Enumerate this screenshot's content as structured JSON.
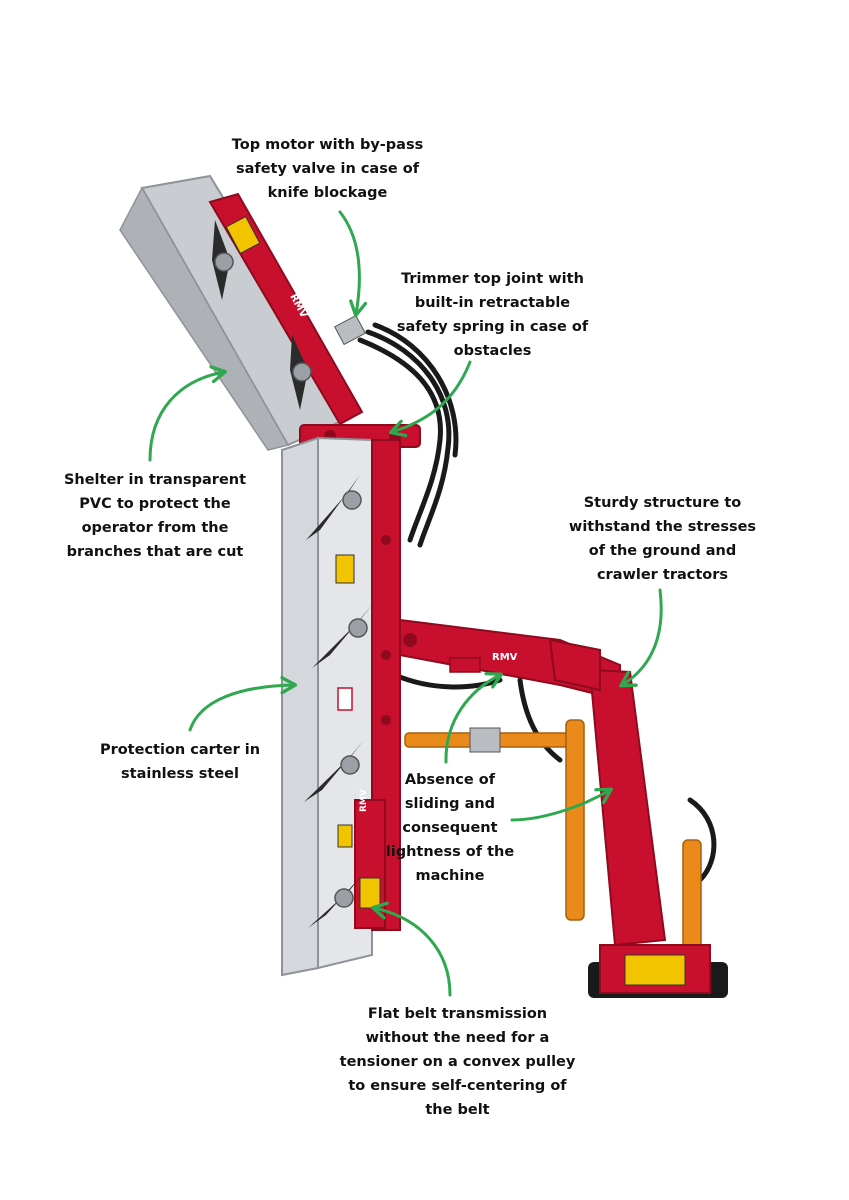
{
  "labels": {
    "top_motor": [
      "Top motor with by-pass",
      "safety valve in case of",
      "knife blockage"
    ],
    "top_joint": [
      "Trimmer top joint with",
      "built-in retractable",
      "safety spring in case of",
      "obstacles"
    ],
    "shelter": [
      "Shelter in transparent",
      "PVC to protect the",
      "operator from the",
      "branches that are cut"
    ],
    "sturdy": [
      "Sturdy structure to",
      "withstand the stresses",
      "of the ground and",
      "crawler tractors"
    ],
    "carter": [
      "Protection carter in",
      "stainless steel"
    ],
    "absence": [
      "Absence of",
      "sliding and",
      "consequent",
      "lightness of the",
      "machine"
    ],
    "belt": [
      "Flat belt transmission",
      "without the need for a",
      "tensioner on a convex pulley",
      "to ensure self-centering of",
      "the belt"
    ]
  },
  "brand_mark": "RMV",
  "colors": {
    "frame_red": "#c8102e",
    "frame_dark_red": "#8f0a1e",
    "steel": "#c9ccd0",
    "steel_dark": "#8e9399",
    "cylinder_orange": "#e98a1b",
    "hose_black": "#1a1a1a",
    "arrow_green": "#2fa84f",
    "warning_yellow": "#f2c400"
  },
  "icons": [
    "warning-label-icon",
    "callout-arrow-icon"
  ]
}
